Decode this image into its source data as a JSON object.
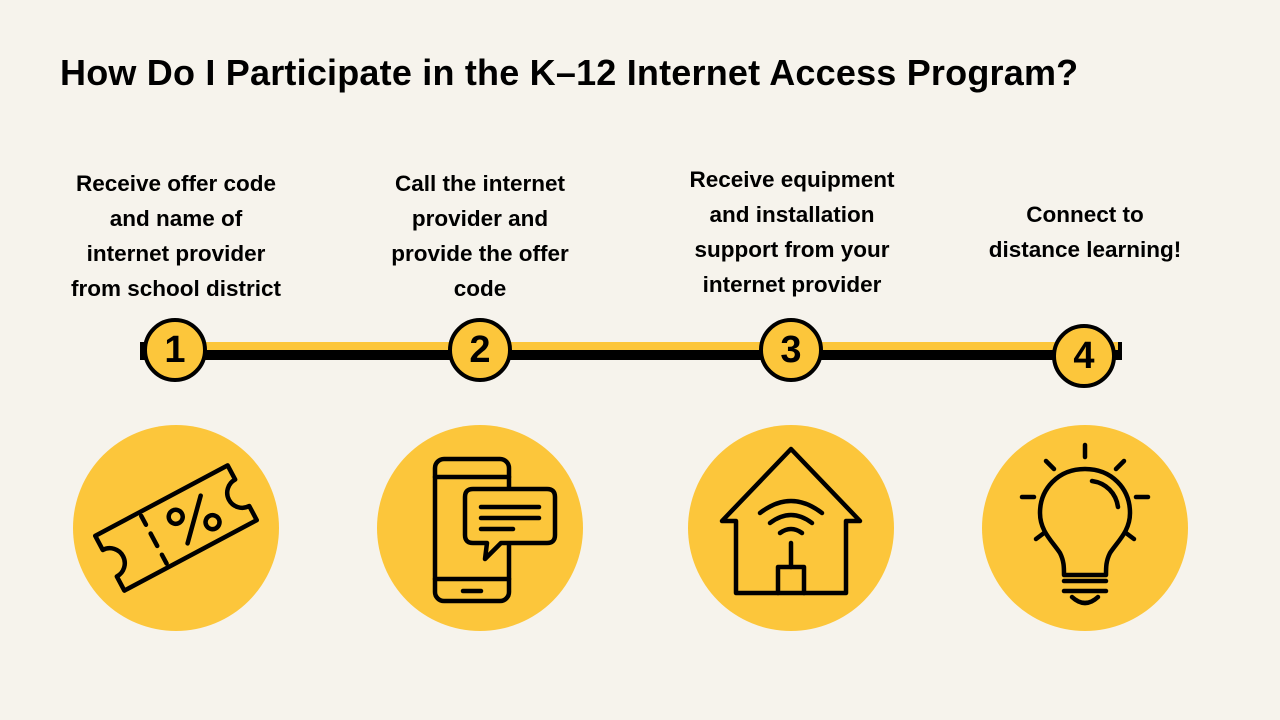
{
  "title": "How Do I Participate in the K–12 Internet Access Program?",
  "steps": [
    {
      "number": "1",
      "lines": [
        "Receive offer code",
        "and name of",
        "internet provider",
        "from school district"
      ],
      "icon": "coupon-icon"
    },
    {
      "number": "2",
      "lines": [
        "Call the internet",
        "provider and",
        "provide the offer",
        "code"
      ],
      "icon": "phone-chat-icon"
    },
    {
      "number": "3",
      "lines": [
        "Receive equipment",
        "and installation",
        "support from your",
        "internet provider"
      ],
      "icon": "house-wifi-icon"
    },
    {
      "number": "4",
      "lines": [
        "Connect to",
        "distance learning!"
      ],
      "icon": "lightbulb-icon"
    }
  ],
  "colors": {
    "accent": "#fcc63b",
    "background": "#f6f3ec",
    "line": "#000000"
  }
}
